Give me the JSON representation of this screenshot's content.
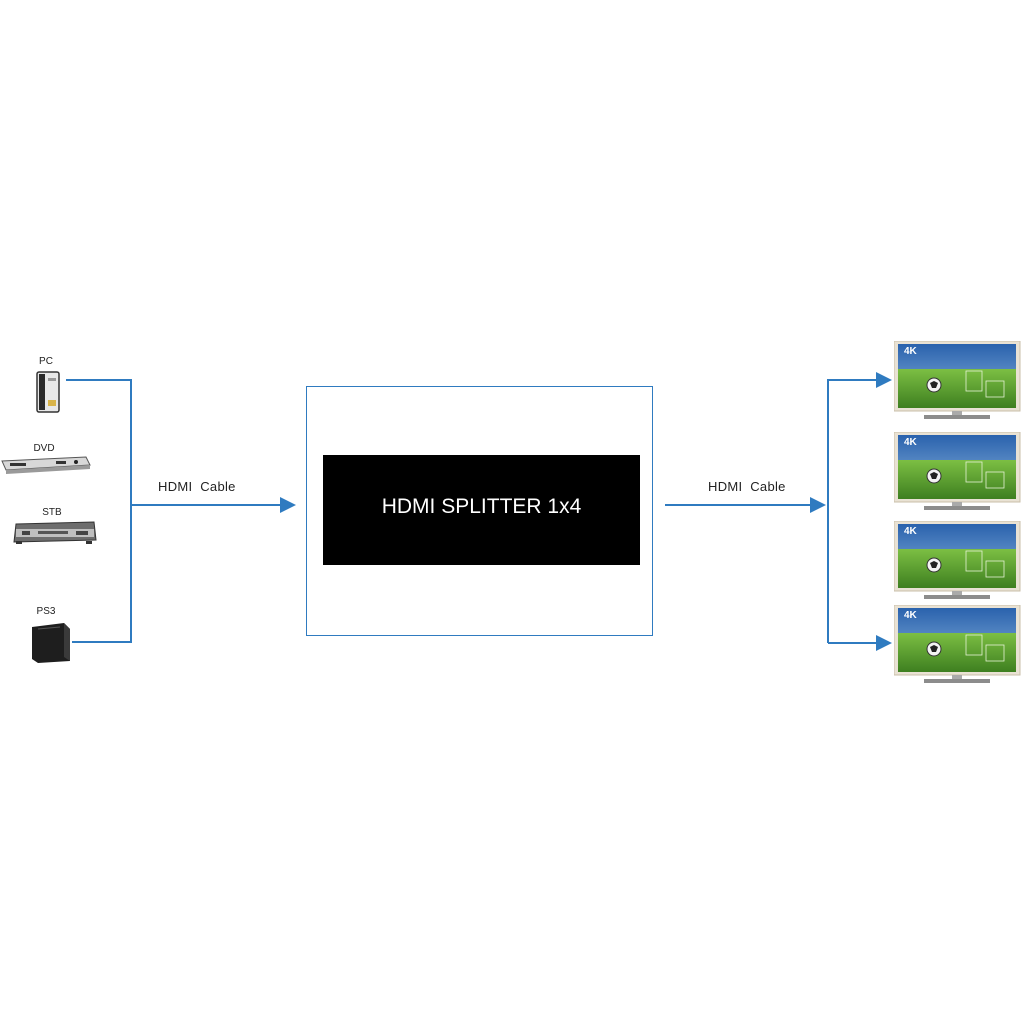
{
  "sources": [
    {
      "label": "PC",
      "icon": "pc-tower-icon"
    },
    {
      "label": "DVD",
      "icon": "dvd-player-icon"
    },
    {
      "label": "STB",
      "icon": "set-top-box-icon"
    },
    {
      "label": "PS3",
      "icon": "ps3-console-icon"
    }
  ],
  "input_cable_label": "HDMI  Cable",
  "splitter": {
    "title": "HDMI SPLITTER 1x4"
  },
  "output_cable_label": "HDMI  Cable",
  "displays": [
    {
      "badge": "4K",
      "icon": "tv-4k-icon"
    },
    {
      "badge": "4K",
      "icon": "tv-4k-icon"
    },
    {
      "badge": "4K",
      "icon": "tv-4k-icon"
    },
    {
      "badge": "4K",
      "icon": "tv-4k-icon"
    }
  ],
  "colors": {
    "wire": "#2f7bc0",
    "splitter_fill": "#000000",
    "sky": "#3d7fc4",
    "grass": "#4f9a2c"
  }
}
